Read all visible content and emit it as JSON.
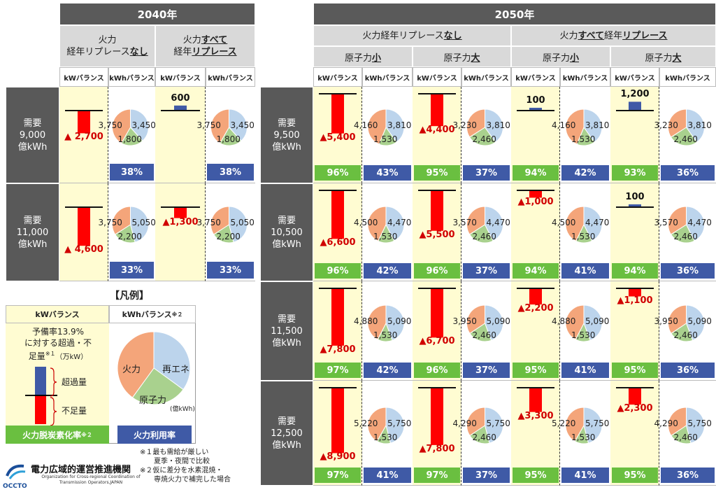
{
  "headers": {
    "y2040": "2040年",
    "y2050": "2050年",
    "s2040_a": [
      "火力",
      "経年リプレース",
      "なし"
    ],
    "s2040_b": [
      "火力",
      "すべて",
      "経年",
      "リプレース"
    ],
    "s2050_a": [
      "火力経年リプレース",
      "なし"
    ],
    "s2050_b": [
      "火力",
      "すべて",
      "経年",
      "リプレース"
    ],
    "nuclear_small": [
      "原子力",
      "小"
    ],
    "nuclear_large": [
      "原子力",
      "大"
    ],
    "kw": "kWバランス",
    "kwh": "kWhバランス"
  },
  "rows2040": [
    {
      "label": [
        "需要",
        "9,000",
        "億kWh"
      ]
    },
    {
      "label": [
        "需要",
        "11,000",
        "億kWh"
      ]
    }
  ],
  "rows2050": [
    {
      "label": [
        "需要",
        "9,500",
        "億kWh"
      ]
    },
    {
      "label": [
        "需要",
        "10,500",
        "億kWh"
      ]
    },
    {
      "label": [
        "需要",
        "11,500",
        "億kWh"
      ]
    },
    {
      "label": [
        "需要",
        "12,500",
        "億kWh"
      ]
    }
  ],
  "legend": {
    "title": "【凡例】",
    "kw_header": "kWバランス",
    "kwh_header": "kWhバランス",
    "kwh_header_sup": "※２",
    "kw_desc": [
      "予備率13.9%",
      "に対する超過・不",
      "足量"
    ],
    "kw_desc_sup": "※１",
    "kw_unit": "（万kW）",
    "surplus": "超過量",
    "deficit": "不足量",
    "pie_fire": "火力",
    "pie_renew": "再エネ",
    "pie_nuclear": "原子力",
    "pie_unit": "(億kWh)",
    "green_label": "火力脱炭素化率",
    "green_sup": "※２",
    "blue_label": "火力利用率"
  },
  "notes": [
    "※１最も需給が厳しい",
    "夏季・夜間で比較",
    "※２仮に差分を水素混焼・",
    "専焼火力で補完した場合"
  ],
  "org": {
    "name": "電力広域的運営推進機関",
    "en1": "Organization for Cross-regional Coordination of",
    "en2": "Transmission Operators,JAPAN",
    "abbr": "OCCTO"
  },
  "colors": {
    "fire": "#f4a57a",
    "renew": "#bcd4ec",
    "nuclear": "#a9d18e",
    "deficit": "#ff0000",
    "surplus": "#3f5aa6",
    "green": "#6abf40",
    "blue": "#3f5aa6",
    "kwbg": "#fffcd2"
  },
  "chart_data": [
    {
      "type": "table",
      "title": "2040年",
      "scenarios": [
        "火力経年リプレースなし",
        "火力すべて経年リプレース"
      ],
      "demand": [
        "9,000億kWh",
        "11,000億kWh"
      ],
      "cells": [
        [
          {
            "kw": -2700,
            "kw_label": "▲ 2,700",
            "fire": 3750,
            "renew": 3450,
            "nuclear": 1800,
            "labels": [
              "3,750",
              "3,450",
              "1,800"
            ],
            "rate": "38%"
          },
          {
            "kw": 600,
            "kw_label": "600",
            "fire": 3750,
            "renew": 3450,
            "nuclear": 1800,
            "labels": [
              "3,750",
              "3,450",
              "1,800"
            ],
            "rate": "38%"
          }
        ],
        [
          {
            "kw": -4600,
            "kw_label": "▲ 4,600",
            "fire": 3750,
            "renew": 5050,
            "nuclear": 2200,
            "labels": [
              "3,750",
              "5,050",
              "2,200"
            ],
            "rate": "33%"
          },
          {
            "kw": -1300,
            "kw_label": "▲1,300",
            "fire": 3750,
            "renew": 5050,
            "nuclear": 2200,
            "labels": [
              "3,750",
              "5,050",
              "2,200"
            ],
            "rate": "33%"
          }
        ]
      ]
    },
    {
      "type": "table",
      "title": "2050年",
      "scenarios": [
        "火力経年リプレースなし 原子力小",
        "火力経年リプレースなし 原子力大",
        "火力すべて経年リプレース 原子力小",
        "火力すべて経年リプレース 原子力大"
      ],
      "demand": [
        "9,500億kWh",
        "10,500億kWh",
        "11,500億kWh",
        "12,500億kWh"
      ],
      "cells": [
        [
          {
            "kw": -5400,
            "kw_label": "▲5,400",
            "green": "96%",
            "fire": 4160,
            "renew": 3810,
            "nuclear": 1530,
            "labels": [
              "4,160",
              "3,810",
              "1,530"
            ],
            "rate": "43%"
          },
          {
            "kw": -4400,
            "kw_label": "▲4,400",
            "green": "95%",
            "fire": 3230,
            "renew": 3810,
            "nuclear": 2460,
            "labels": [
              "3,230",
              "3,810",
              "2,460"
            ],
            "rate": "37%"
          },
          {
            "kw": 100,
            "kw_label": "100",
            "green": "94%",
            "fire": 4160,
            "renew": 3810,
            "nuclear": 1530,
            "labels": [
              "4,160",
              "3,810",
              "1,530"
            ],
            "rate": "42%"
          },
          {
            "kw": 1200,
            "kw_label": "1,200",
            "green": "93%",
            "fire": 3230,
            "renew": 3810,
            "nuclear": 2460,
            "labels": [
              "3,230",
              "3,810",
              "2,460"
            ],
            "rate": "36%"
          }
        ],
        [
          {
            "kw": -6600,
            "kw_label": "▲6,600",
            "green": "96%",
            "fire": 4500,
            "renew": 4470,
            "nuclear": 1530,
            "labels": [
              "4,500",
              "4,470",
              "1,530"
            ],
            "rate": "42%"
          },
          {
            "kw": -5500,
            "kw_label": "▲5,500",
            "green": "96%",
            "fire": 3570,
            "renew": 4470,
            "nuclear": 2460,
            "labels": [
              "3,570",
              "4,470",
              "2,460"
            ],
            "rate": "37%"
          },
          {
            "kw": -1000,
            "kw_label": "▲1,000",
            "green": "94%",
            "fire": 4500,
            "renew": 4470,
            "nuclear": 1530,
            "labels": [
              "4,500",
              "4,470",
              "1,530"
            ],
            "rate": "41%"
          },
          {
            "kw": 100,
            "kw_label": "100",
            "green": "94%",
            "fire": 3570,
            "renew": 4470,
            "nuclear": 2460,
            "labels": [
              "3,570",
              "4,470",
              "2,460"
            ],
            "rate": "36%"
          }
        ],
        [
          {
            "kw": -7800,
            "kw_label": "▲7,800",
            "green": "97%",
            "fire": 4880,
            "renew": 5090,
            "nuclear": 1530,
            "labels": [
              "4,880",
              "5,090",
              "1,530"
            ],
            "rate": "42%"
          },
          {
            "kw": -6700,
            "kw_label": "▲6,700",
            "green": "96%",
            "fire": 3950,
            "renew": 5090,
            "nuclear": 2460,
            "labels": [
              "3,950",
              "5,090",
              "2,460"
            ],
            "rate": "37%"
          },
          {
            "kw": -2200,
            "kw_label": "▲2,200",
            "green": "95%",
            "fire": 4880,
            "renew": 5090,
            "nuclear": 1530,
            "labels": [
              "4,880",
              "5,090",
              "1,530"
            ],
            "rate": "41%"
          },
          {
            "kw": -1100,
            "kw_label": "▲1,100",
            "green": "95%",
            "fire": 3950,
            "renew": 5090,
            "nuclear": 2460,
            "labels": [
              "3,950",
              "5,090",
              "2,460"
            ],
            "rate": "36%"
          }
        ],
        [
          {
            "kw": -8900,
            "kw_label": "▲8,900",
            "green": "97%",
            "fire": 5220,
            "renew": 5750,
            "nuclear": 1530,
            "labels": [
              "5,220",
              "5,750",
              "1,530"
            ],
            "rate": "41%"
          },
          {
            "kw": -7800,
            "kw_label": "▲7,800",
            "green": "97%",
            "fire": 4290,
            "renew": 5750,
            "nuclear": 2460,
            "labels": [
              "4,290",
              "5,750",
              "2,460"
            ],
            "rate": "37%"
          },
          {
            "kw": -3300,
            "kw_label": "▲3,300",
            "green": "95%",
            "fire": 5220,
            "renew": 5750,
            "nuclear": 1530,
            "labels": [
              "5,220",
              "5,750",
              "1,530"
            ],
            "rate": "41%"
          },
          {
            "kw": -2300,
            "kw_label": "▲2,300",
            "green": "95%",
            "fire": 4290,
            "renew": 5750,
            "nuclear": 2460,
            "labels": [
              "4,290",
              "5,750",
              "2,460"
            ],
            "rate": "36%"
          }
        ]
      ]
    }
  ]
}
